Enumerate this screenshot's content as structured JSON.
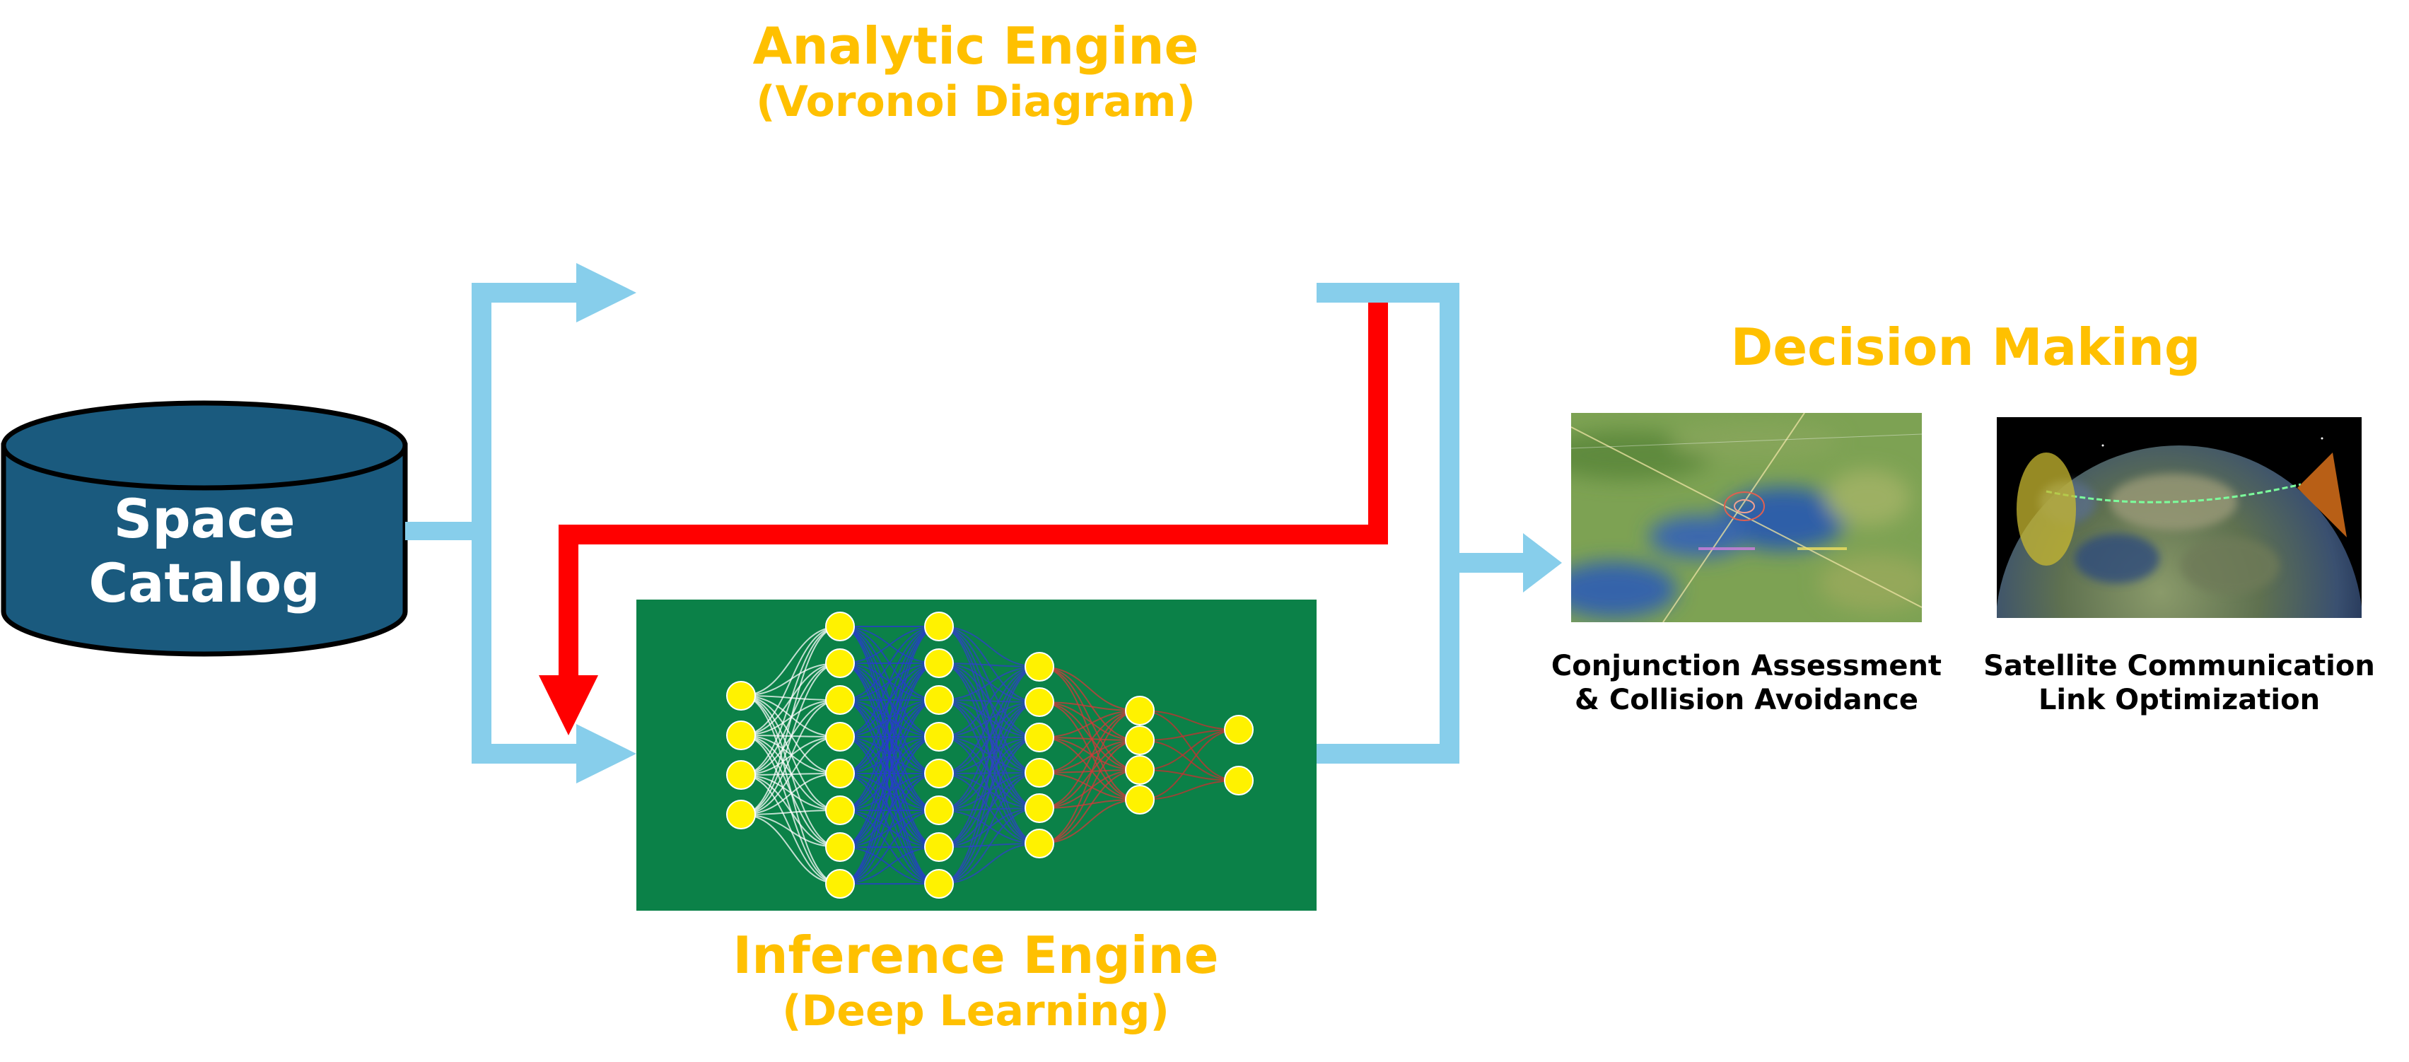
{
  "space_catalog": {
    "line1": "Space",
    "line2": "Catalog"
  },
  "analytic_engine": {
    "title": "Analytic Engine",
    "subtitle": "(Voronoi Diagram)"
  },
  "inference_engine": {
    "title": "Inference Engine",
    "subtitle": "(Deep Learning)"
  },
  "decision_making": {
    "title": "Decision Making",
    "conjunction": {
      "line1": "Conjunction Assessment",
      "line2": "& Collision Avoidance"
    },
    "satcom": {
      "line1": "Satellite Communication",
      "line2": "Link Optimization"
    }
  },
  "colors": {
    "flow_arrow": "#87CEEB",
    "feedback_arrow": "#FF0000",
    "database": "#1A5A7E",
    "nn_background": "#0B8148",
    "node": "#FFF200",
    "label": "#FFC000"
  },
  "neural_network": {
    "layers": [
      4,
      8,
      8,
      6,
      4,
      2
    ]
  }
}
